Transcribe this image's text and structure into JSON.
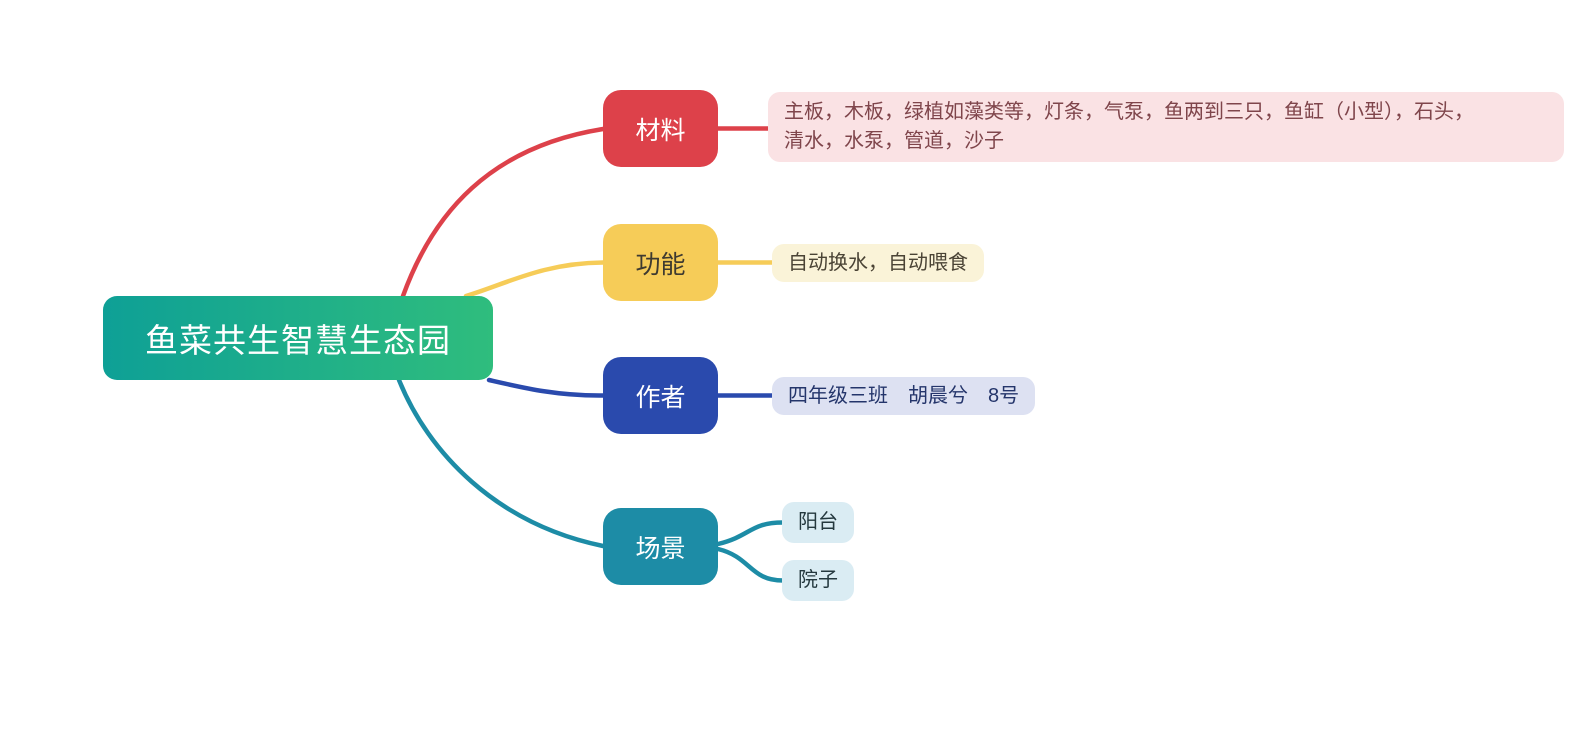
{
  "root": {
    "label": "鱼菜共生智慧生态园"
  },
  "branches": [
    {
      "id": "materials",
      "label": "材料",
      "note_lines": [
        "主板，木板，绿植如藻类等，灯条，气泵，鱼两到三只，鱼缸（小型），石头，",
        "清水，水泵，管道，沙子"
      ]
    },
    {
      "id": "functions",
      "label": "功能",
      "note": "自动换水，自动喂食"
    },
    {
      "id": "author",
      "label": "作者",
      "note": "四年级三班　胡晨兮　8号"
    },
    {
      "id": "scenes",
      "label": "场景",
      "children": [
        "阳台",
        "院子"
      ]
    }
  ],
  "colors": {
    "canvas_bg": "#ffffff",
    "root_grad_left": "#0ea096",
    "root_grad_right": "#2fbd7d",
    "root_text": "#ffffff",
    "node_label_light": "#ffffff",
    "materials_fill": "#dd414a",
    "materials_note_bg": "#fae2e4",
    "materials_note_text": "#7f454b",
    "functions_fill": "#f6cc58",
    "functions_label_text": "#3e3a30",
    "functions_note_bg": "#faf3d8",
    "functions_note_text": "#4a4335",
    "author_fill": "#2a4aad",
    "author_note_bg": "#dde1f2",
    "author_note_text": "#24356b",
    "scenes_fill": "#1d8ca6",
    "scenes_note_bg": "#daecf3",
    "scenes_note_text": "#24383e"
  }
}
